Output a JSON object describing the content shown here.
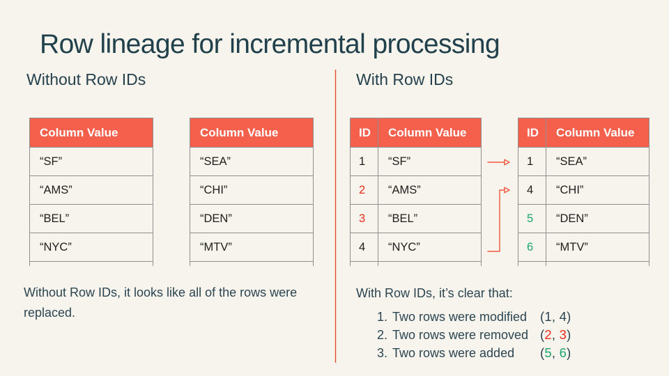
{
  "slide": {
    "title": "Row lineage for incremental processing",
    "colors": {
      "background": "#F7F4ED",
      "title_text": "#20404B",
      "body_text": "#2B4551",
      "table_header_bg": "#F4604C",
      "table_header_text": "#FFFFFF",
      "cell_text": "#1D1D1B",
      "removed_red": "#E92E20",
      "added_green": "#1CA470",
      "table_border": "#8F8F8F",
      "divider_line": "#E74B2F",
      "arrow": "#ED573C"
    }
  },
  "left": {
    "heading": "Without Row IDs",
    "table_before": {
      "header": "Column Value",
      "rows": [
        "“SF”",
        "“AMS”",
        "“BEL”",
        "“NYC”"
      ]
    },
    "table_after": {
      "header": "Column Value",
      "rows": [
        "“SEA”",
        "“CHI”",
        "“DEN”",
        "“MTV”"
      ]
    },
    "caption": "Without Row IDs, it looks like all of the rows were replaced."
  },
  "right": {
    "heading": "With Row IDs",
    "table_before": {
      "id_header": "ID",
      "value_header": "Column Value",
      "rows": [
        {
          "id": "1",
          "id_class": "idcell",
          "value": "“SF”"
        },
        {
          "id": "2",
          "id_class": "idcell red",
          "value": "“AMS”"
        },
        {
          "id": "3",
          "id_class": "idcell red",
          "value": "“BEL”"
        },
        {
          "id": "4",
          "id_class": "idcell",
          "value": "“NYC”"
        }
      ]
    },
    "table_after": {
      "id_header": "ID",
      "value_header": "Column Value",
      "rows": [
        {
          "id": "1",
          "id_class": "idcell",
          "value": "“SEA”"
        },
        {
          "id": "4",
          "id_class": "idcell",
          "value": "“CHI”"
        },
        {
          "id": "5",
          "id_class": "idcell green",
          "value": "“DEN”"
        },
        {
          "id": "6",
          "id_class": "idcell green",
          "value": "“MTV”"
        }
      ]
    },
    "caption": "With Row IDs, it’s clear that:",
    "list": [
      {
        "num": "1.",
        "text": "Two rows were modified",
        "open": "(",
        "a": "1",
        "a_class": "pnum",
        "sep": ", ",
        "b": "4",
        "b_class": "pnum",
        "close": ")"
      },
      {
        "num": "2.",
        "text": "Two rows were removed",
        "open": "(",
        "a": "2",
        "a_class": "pnum red",
        "sep": ", ",
        "b": "3",
        "b_class": "pnum red",
        "close": ")"
      },
      {
        "num": "3.",
        "text": "Two rows were added",
        "open": "(",
        "a": "5",
        "a_class": "pnum green",
        "sep": ", ",
        "b": "6",
        "b_class": "pnum green",
        "close": ")"
      }
    ]
  }
}
